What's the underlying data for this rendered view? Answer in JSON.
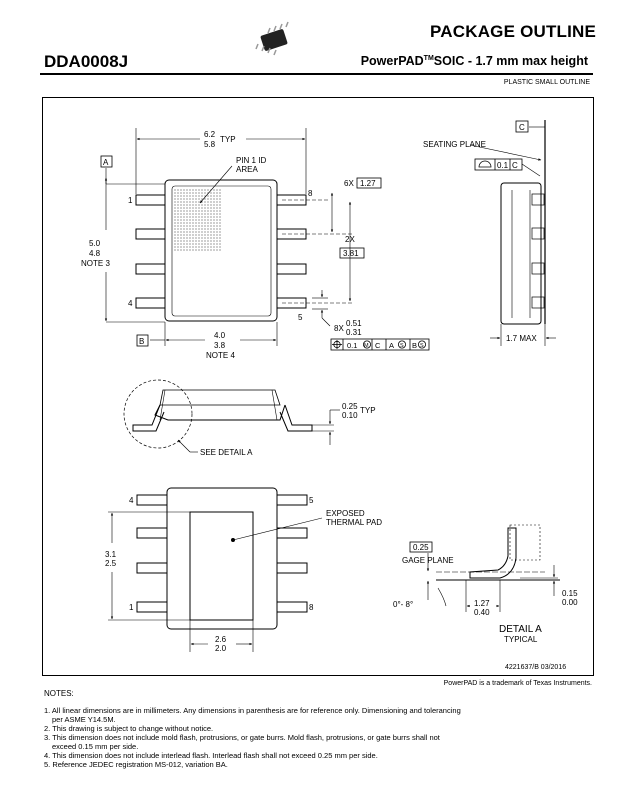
{
  "header": {
    "title": "PACKAGE OUTLINE",
    "part_number": "DDA0008J",
    "subtitle_pre": "PowerPAD",
    "subtitle_tm": "TM",
    "subtitle_post": " SOIC - 1.7 mm max height",
    "family": "PLASTIC SMALL OUTLINE"
  },
  "drawing": {
    "top_view": {
      "width_top": "6.2",
      "width_bottom": "5.8",
      "width_note": "TYP",
      "pin1_label_line1": "PIN 1 ID",
      "pin1_label_line2": "AREA",
      "datum_a": "A",
      "datum_b": "B",
      "length_top": "5.0",
      "length_bottom": "4.8",
      "length_note": "NOTE 3",
      "body_width_top": "4.0",
      "body_width_bottom": "3.8",
      "body_width_note": "NOTE 4",
      "pin_1": "1",
      "pin_4": "4",
      "pin_5": "5",
      "pin_8": "8",
      "pitch_count": "6X",
      "pitch_value": "1.27",
      "span_count": "2X",
      "span_value": "3.81",
      "lead_count": "8X",
      "lead_width_top": "0.51",
      "lead_width_bottom": "0.31",
      "fcf_tolerance": "0.1",
      "fcf_m": "M",
      "fcf_datum_c": "C",
      "fcf_datum_a": "A",
      "fcf_datum_b": "B",
      "fcf_s": "S"
    },
    "side_view": {
      "seating_plane": "SEATING PLANE",
      "datum_c": "C",
      "flatness_value": "0.1",
      "flatness_datum": "C",
      "max_height": "1.7 MAX"
    },
    "end_view": {
      "lead_thick_top": "0.25",
      "lead_thick_bottom": "0.10",
      "lead_thick_note": "TYP",
      "see_detail": "SEE DETAIL A"
    },
    "bottom_view": {
      "pad_label_line1": "EXPOSED",
      "pad_label_line2": "THERMAL PAD",
      "pad_len_top": "3.1",
      "pad_len_bottom": "2.5",
      "pad_wid_top": "2.6",
      "pad_wid_bottom": "2.0",
      "pin_1": "1",
      "pin_4": "4",
      "pin_5": "5",
      "pin_8": "8"
    },
    "detail_a": {
      "gage_value": "0.25",
      "gage_plane": "GAGE PLANE",
      "angle": "0°- 8°",
      "foot_top": "1.27",
      "foot_bottom": "0.40",
      "standoff_top": "0.15",
      "standoff_bottom": "0.00",
      "title": "DETAIL A",
      "subtitle": "TYPICAL"
    }
  },
  "footer": {
    "doc_number": "4221637/B   03/2016",
    "trademark": "PowerPAD is a trademark of Texas Instruments."
  },
  "notes": {
    "title": "NOTES:",
    "items": [
      "1. All linear dimensions are in millimeters. Any dimensions in parenthesis are for reference only. Dimensioning and tolerancing",
      "    per ASME Y14.5M.",
      "2. This drawing is subject to change without notice.",
      "3. This dimension does not include mold flash, protrusions, or gate burrs. Mold flash, protrusions, or gate burrs shall not",
      "    exceed 0.15 mm per side.",
      "4. This dimension does not include interlead flash. Interlead flash shall not exceed 0.25 mm per side.",
      "5. Reference JEDEC registration MS-012, variation BA."
    ]
  }
}
